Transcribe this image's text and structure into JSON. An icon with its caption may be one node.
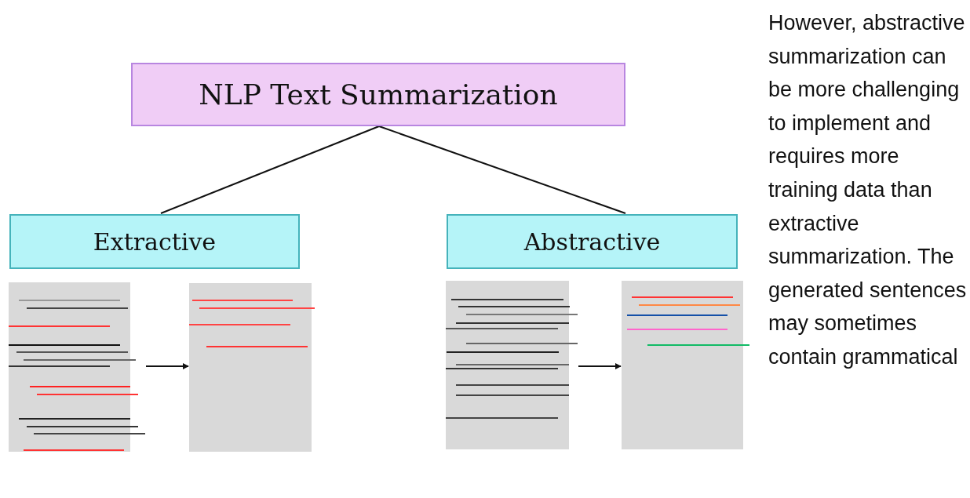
{
  "diagram": {
    "nodes": [
      {
        "text": [
          "NLP Text Summarization"
        ]
      },
      {
        "text": [
          "Extractive"
        ]
      },
      {
        "text": [
          "Abstractive"
        ]
      },
      {
        "text": [],
        "shape": "picture"
      },
      {
        "text": [],
        "shape": "picture"
      },
      {
        "text": [],
        "shape": "picture"
      },
      {
        "text": [],
        "shape": "picture"
      }
    ],
    "edges": [
      {
        "from": 0,
        "to": 1,
        "arrow": "none"
      },
      {
        "from": 0,
        "to": 2,
        "arrow": "none"
      },
      {
        "from": 3,
        "to": 4,
        "arrow": "to"
      },
      {
        "from": 5,
        "to": 6,
        "arrow": "to"
      }
    ],
    "labels": [
      "However, abstractive summarization can be more challenging to implement and requires more training data than extractive summarization. The generated sentences may sometimes contain grammatical"
    ]
  }
}
